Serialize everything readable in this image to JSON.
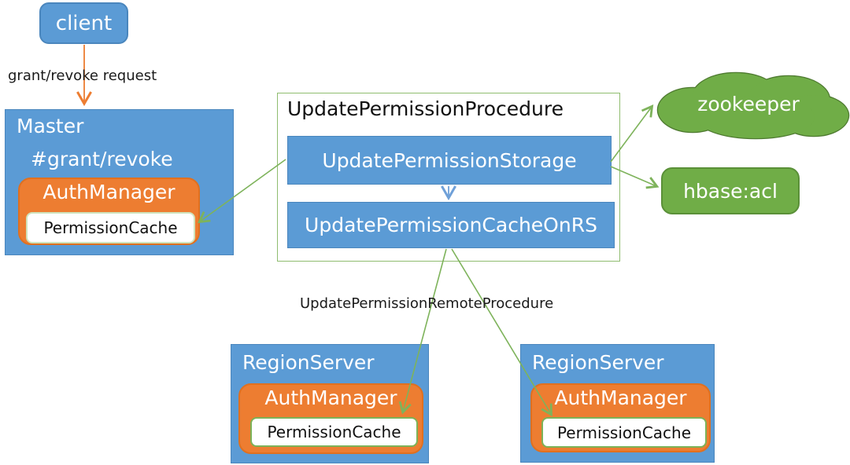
{
  "colors": {
    "node_blue_fill": "#5B9BD5",
    "node_blue_border": "#4A86BD",
    "auth_orange_fill": "#ED7D31",
    "green_fill": "#70AD47",
    "green_outline": "#4E7A30",
    "connector_green": "#7EB35B",
    "connector_orange": "#ED7D31",
    "connector_blue": "#6FA0D8",
    "procedure_border_green": "#8FBC6F",
    "text_dark": "#1A1A1A",
    "text_light": "#FFFFFF"
  },
  "nodes": {
    "client": {
      "label": "client"
    },
    "master": {
      "title": "Master",
      "method": "#grant/revoke",
      "auth_manager": {
        "title": "AuthManager",
        "cache": "PermissionCache"
      }
    },
    "procedure": {
      "title": "UpdatePermissionProcedure",
      "steps": [
        {
          "label": "UpdatePermissionStorage"
        },
        {
          "label": "UpdatePermissionCacheOnRS"
        }
      ]
    },
    "zookeeper": {
      "label": "zookeeper"
    },
    "hbase_acl": {
      "label": "hbase:acl"
    },
    "region_server_1": {
      "title": "RegionServer",
      "auth_manager": {
        "title": "AuthManager",
        "cache": "PermissionCache"
      }
    },
    "region_server_2": {
      "title": "RegionServer",
      "auth_manager": {
        "title": "AuthManager",
        "cache": "PermissionCache"
      }
    }
  },
  "edges": {
    "client_to_master": {
      "label": "grant/revoke request"
    },
    "remote_procedure": {
      "label": "UpdatePermissionRemoteProcedure"
    }
  }
}
